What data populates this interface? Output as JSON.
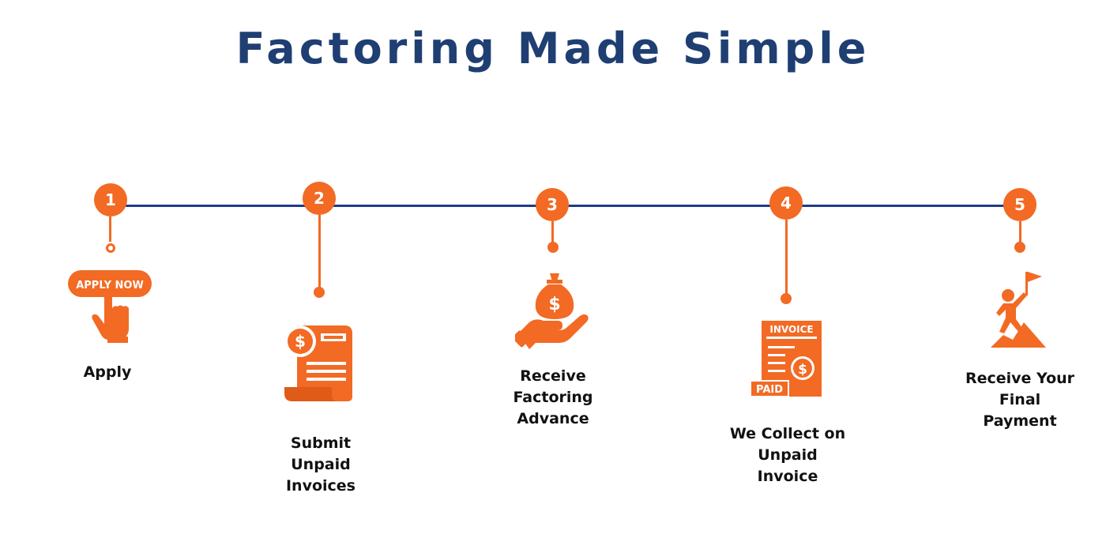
{
  "title": "Factoring Made Simple",
  "colors": {
    "accent": "#f26a24",
    "navy": "#1f3f73",
    "line": "#1f3a8a"
  },
  "steps": [
    {
      "number": "1",
      "label": "Apply",
      "icon": "apply-now-icon",
      "icon_text": "APPLY NOW"
    },
    {
      "number": "2",
      "label": "Submit\nUnpaid\nInvoices",
      "icon": "invoice-document-icon"
    },
    {
      "number": "3",
      "label": "Receive\nFactoring\nAdvance",
      "icon": "money-bag-hand-icon"
    },
    {
      "number": "4",
      "label": "We Collect on\nUnpaid\nInvoice",
      "icon": "paid-invoice-icon",
      "icon_text": "INVOICE",
      "icon_text2": "PAID"
    },
    {
      "number": "5",
      "label": "Receive Your\nFinal\nPayment",
      "icon": "summit-flag-icon"
    }
  ]
}
